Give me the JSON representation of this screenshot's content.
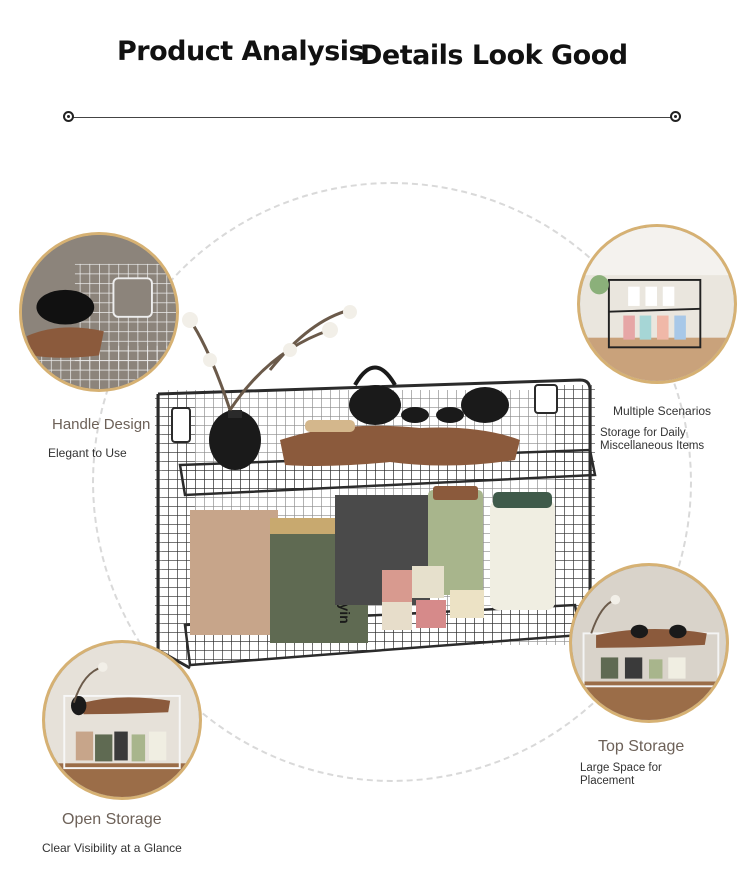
{
  "header": {
    "title_left": "Product Analysis",
    "title_right": "Details Look Good"
  },
  "features": {
    "handle": {
      "title": "Handle Design",
      "subtitle": "Elegant to Use"
    },
    "scenarios": {
      "title": "Multiple Scenarios",
      "subtitle_line1": "Storage for Daily",
      "subtitle_line2": "Miscellaneous Items"
    },
    "top": {
      "title": "Top Storage",
      "subtitle_line1": "Large Space for",
      "subtitle_line2": "Placement"
    },
    "open": {
      "title": "Open Storage",
      "subtitle": "Clear Visibility at a Glance"
    }
  },
  "product": {
    "tin_label": "Tieguanyin"
  },
  "colors": {
    "accent_gold": "#d6b173",
    "rack_frame": "#2b2b2b",
    "tin_green": "#5f6a52"
  }
}
